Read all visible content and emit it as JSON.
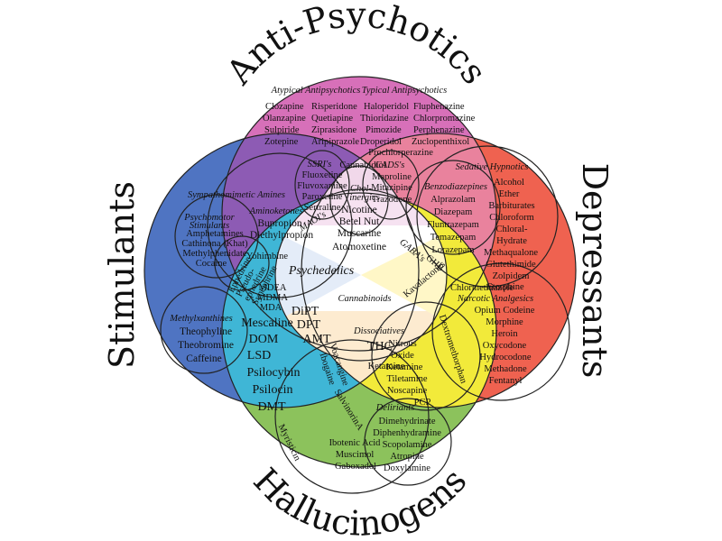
{
  "categories": {
    "anti_psychotics": "Anti-Psychotics",
    "stimulants": "Stimulants",
    "depressants": "Depressants",
    "hallucinogens": "Hallucinogens"
  },
  "colors": {
    "anti_psychotics": "#d770b9",
    "stimulants": "#4f74c2",
    "depressants": "#ef6250",
    "hallucinogens": "#8cc25c",
    "purple_overlap": "#8d5bb4",
    "pink_overlap": "#e9829d",
    "yellow_overlap": "#f2ea3a",
    "teal_overlap": "#3fb6d6",
    "center_core": "#ffffff"
  },
  "groups": {
    "atypical_antipsychotics": {
      "title": "Atypical Antipsychotics",
      "rows": [
        [
          "Clozapine",
          "Risperidone"
        ],
        [
          "Olanzapine",
          "Quetiapine"
        ],
        [
          "Sulpiride",
          "Ziprasidone"
        ],
        [
          "Zotepine",
          "Aripiprazole"
        ]
      ]
    },
    "typical_antipsychotics": {
      "title": "Typical Antipsychotics",
      "rows": [
        [
          "Haloperidol",
          "Fluphenazine"
        ],
        [
          "Thioridazine",
          "Chlorpromazine"
        ],
        [
          "Pimozide",
          "Perphenazine"
        ],
        [
          "Droperidol",
          "Zuclopenthixol"
        ]
      ],
      "extra": "Prochlorperazine"
    },
    "cannabidiol": "Cannabidiol",
    "ssris": {
      "title": "SSRI's",
      "items": [
        "Fluoxetine",
        "Fluvoxamine",
        "Paroxetine",
        "Sertraline"
      ]
    },
    "maois": "MAOI's",
    "cholinergics": {
      "title_line1": "Chol-",
      "title_line2": "inergics",
      "items": [
        "Nicotine",
        "Betel Nut",
        "Muscarine"
      ]
    },
    "cadss": {
      "title": "CADS's",
      "items": [
        "Maproline",
        "Mitazipine",
        "Trazodone"
      ]
    },
    "sedative_hypnotics": {
      "title": "Sedative Hypnotics",
      "items": [
        "Alcohol",
        "Ether",
        "Barbiturates",
        "Chloroform",
        "Chloral-",
        "Hydrate",
        "Methaqualone",
        "Glutethimide",
        "Zolpidem",
        "Chlormethiazole"
      ]
    },
    "benzodiazepines": {
      "title": "Benzodiazepines",
      "items": [
        "Alprazolam",
        "Diazepam",
        "Fluntrazepam",
        "Temazepam",
        "Lorazepam"
      ]
    },
    "sympathomimetic_amines": "Sympathomimetic Amines",
    "aminoketones": {
      "title": "Aminoketones",
      "items": [
        "Bupropion",
        "Diethylpropion"
      ]
    },
    "psychomotor_stimulants": {
      "title_line1": "Psychomotor",
      "title_line2": "Stimulants",
      "items": [
        "Amphetamines",
        "Cathinona (Khat)",
        "Methylphenidate",
        "Cocaine"
      ]
    },
    "yohimbine": "Yohimbine",
    "ephedrine_group": [
      "Ephedrine",
      "Pseudo-",
      "ephedrine",
      "Synephrine"
    ],
    "methylxanthines": {
      "title": "Methylxanthines",
      "items": [
        "Theophyline",
        "Theobromine",
        "Caffeine"
      ]
    },
    "atomoxetine": "Atomoxetine",
    "gabas": "GABA's",
    "ghb": "GHB",
    "kavalactones": "Kavalactones",
    "psychedelics": "Psychedelics",
    "cannabinoids": "Cannabinoids",
    "entactogens": [
      "MDEA",
      "MDMA",
      "MDA"
    ],
    "tryptamines_phenethylamines": [
      "DiPT",
      "DPT",
      "AMT",
      "Mescaline",
      "DOM",
      "LSD",
      "Psilocybin",
      "Psilocin",
      "DMT"
    ],
    "dissociatives": {
      "title": "Dissociatives",
      "thc": "THC",
      "items": [
        "Nitrous",
        "Oxide",
        "Ketamine",
        "Tiletamine",
        "Noscapine",
        "PCP"
      ],
      "ketamine_left": "Ketamine",
      "dextromethorphan": "Dextromethorphan"
    },
    "narcotic_analgesics": {
      "title": "Narcotic Analgesics",
      "items": [
        "Etorphine",
        "Opium Codeine",
        "Morphine",
        "Heroin",
        "Oxycodone",
        "Hydrocodone",
        "Methadone",
        "Fentanyl"
      ]
    },
    "voacangine": "Voacangine",
    "ibogaine": "Ibogaine",
    "salvinorin": "SalvinorinA",
    "myristicin": "Myristicin",
    "muscimol_group": [
      "Ibotenic Acid",
      "Muscimol",
      "Gaboxadol"
    ],
    "deliriants": {
      "title": "Deliriants",
      "items": [
        "Dimehydrinate",
        "Diphenhydramine",
        "Scopolamine",
        "Atropine",
        "Doxylamine"
      ]
    }
  }
}
